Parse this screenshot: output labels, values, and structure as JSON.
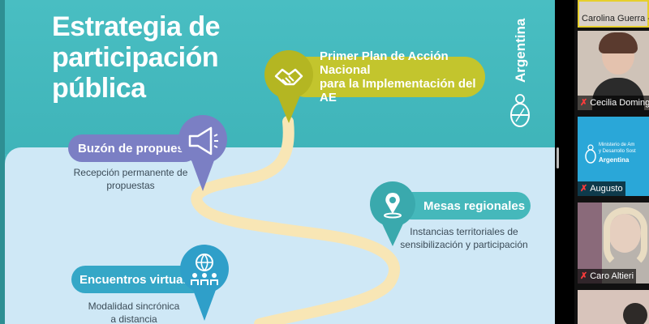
{
  "slide": {
    "title": "Estrategia de\nparticipación\npública",
    "country_label": "Argentina",
    "steps": [
      {
        "label": "Buzón de propuestas",
        "description": "Recepción permanente de\npropuestas",
        "icon": "megaphone-icon"
      },
      {
        "label": "Primer Plan de Acción Nacional\npara la Implementación del AE",
        "description": "",
        "icon": "handshake-icon"
      },
      {
        "label": "Mesas regionales",
        "description": "Instancias territoriales de\nsensibilización y participación",
        "icon": "location-pin-icon"
      },
      {
        "label": "Encuentros virtuales",
        "description": "Modalidad sincrónica\na distancia",
        "icon": "globe-people-icon"
      }
    ],
    "colors": {
      "teal": "#43b8bd",
      "light_blue": "#cfe8f6",
      "violet": "#7b7fc4",
      "lime": "#c3c52d",
      "road": "#f8e6b5"
    }
  },
  "participants": [
    {
      "name": "Carolina Guerra -",
      "muted": false,
      "active": true
    },
    {
      "name": "Cecilia Domingu",
      "muted": true,
      "active": false
    },
    {
      "name": "Augusto",
      "muted": true,
      "active": false
    },
    {
      "name": "Caro Altieri",
      "muted": true,
      "active": false
    },
    {
      "name": "",
      "muted": false,
      "active": false
    }
  ],
  "augusto_tile_logo": {
    "line1": "Ministerio de Am",
    "line2": "y Desarrollo Sost",
    "line3": "Argentina"
  }
}
